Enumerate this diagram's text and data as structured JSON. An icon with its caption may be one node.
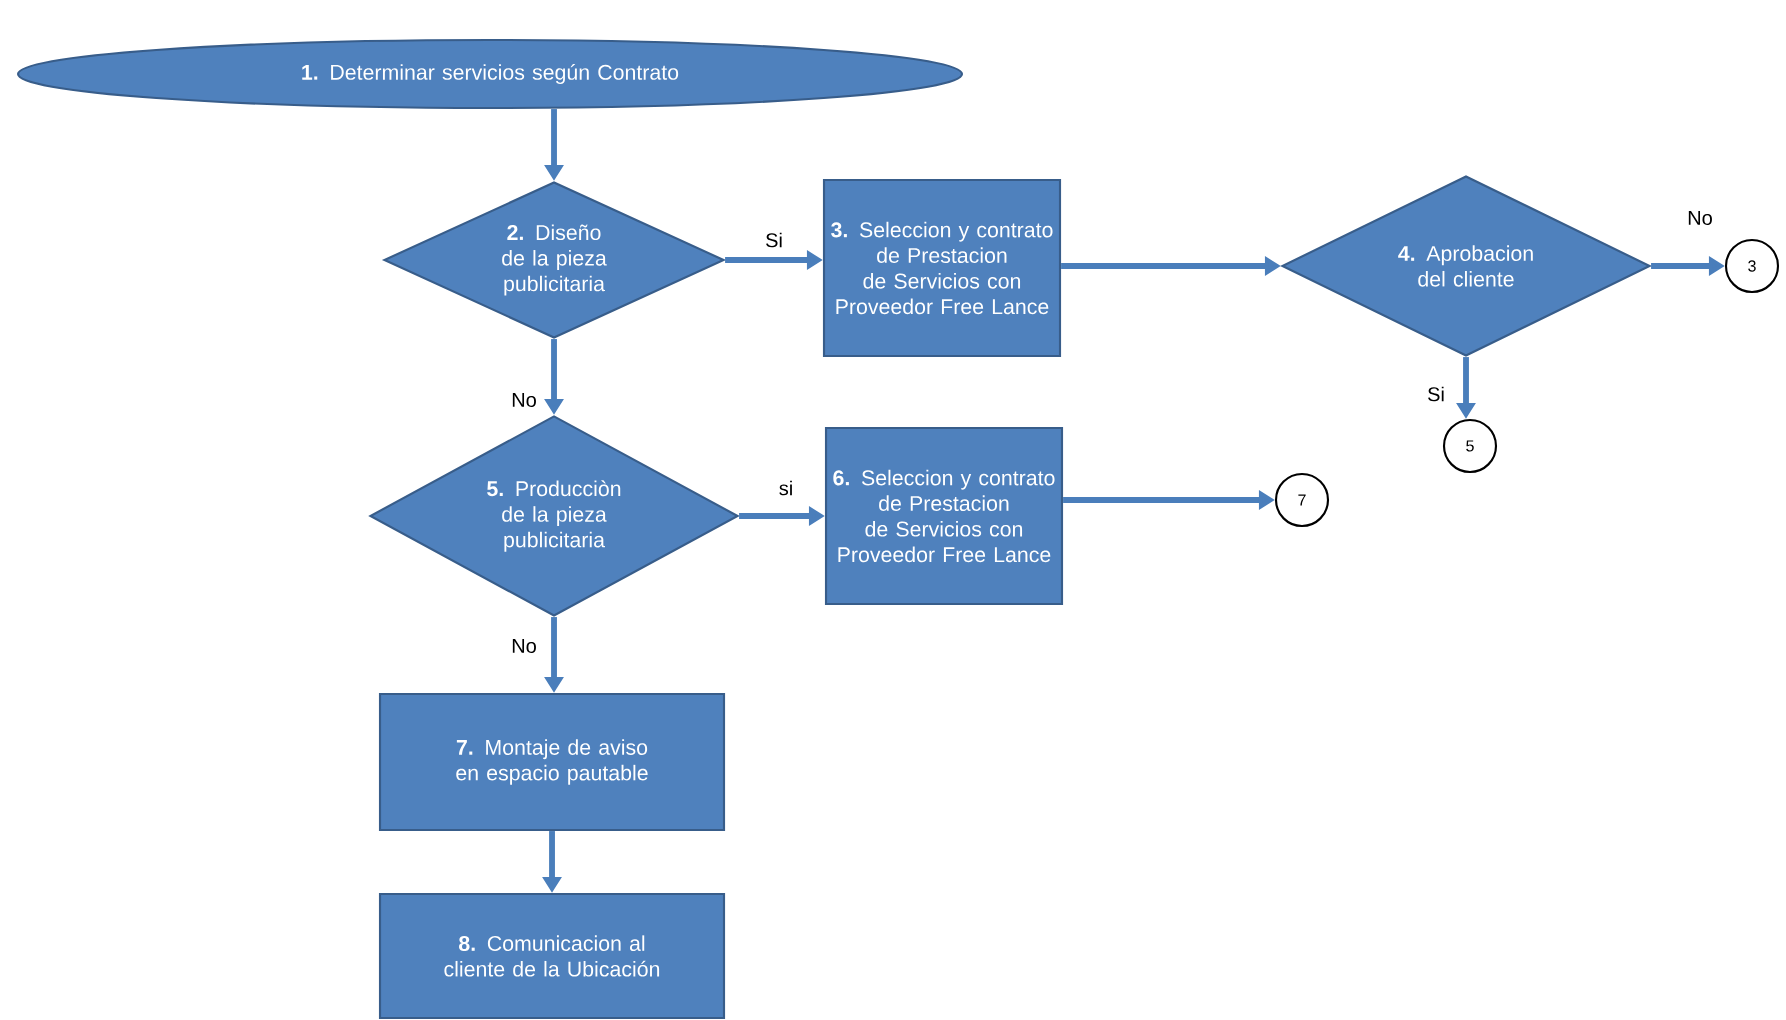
{
  "diagram": {
    "nodes": [
      {
        "text": [
          "**1.** Determinar servicios según Contrato"
        ]
      },
      {
        "text": [
          "**2.** Diseño de la pieza publicitaria"
        ]
      },
      {
        "text": [
          "**3.** Seleccion y contrato de Prestacion de Servicios con Proveedor Free Lance"
        ]
      },
      {
        "text": [
          "**4.** Aprobacion del cliente"
        ]
      },
      {
        "text": [
          "3"
        ]
      },
      {
        "text": [
          "5"
        ]
      },
      {
        "text": [
          "**5.** Producciòn de la pieza publicitaria"
        ]
      },
      {
        "text": [
          "**6.** Seleccion y contrato de Prestacion de Servicios con Proveedor Free Lance"
        ]
      },
      {
        "text": [
          "7"
        ]
      },
      {
        "text": [
          "**7.** Montaje de aviso en espacio pautable"
        ]
      },
      {
        "text": [
          "**8.** Comunicacion al cliente de la Ubicación"
        ]
      }
    ],
    "edges": [
      {
        "from": 0,
        "to": 1,
        "arrow": "to"
      },
      {
        "from": 1,
        "to": 2,
        "arrow": "to",
        "label": "Si"
      },
      {
        "from": 2,
        "to": 3,
        "arrow": "to"
      },
      {
        "from": 3,
        "to": 4,
        "arrow": "to",
        "label": "No"
      },
      {
        "from": 3,
        "to": 5,
        "arrow": "to",
        "label": "Si"
      },
      {
        "from": 1,
        "to": 6,
        "arrow": "to",
        "label": "No"
      },
      {
        "from": 6,
        "to": 7,
        "arrow": "to",
        "label": "si"
      },
      {
        "from": 7,
        "to": 8,
        "arrow": "to"
      },
      {
        "from": 6,
        "to": 9,
        "arrow": "to",
        "label": "No"
      },
      {
        "from": 9,
        "to": 10,
        "arrow": "to"
      }
    ]
  }
}
